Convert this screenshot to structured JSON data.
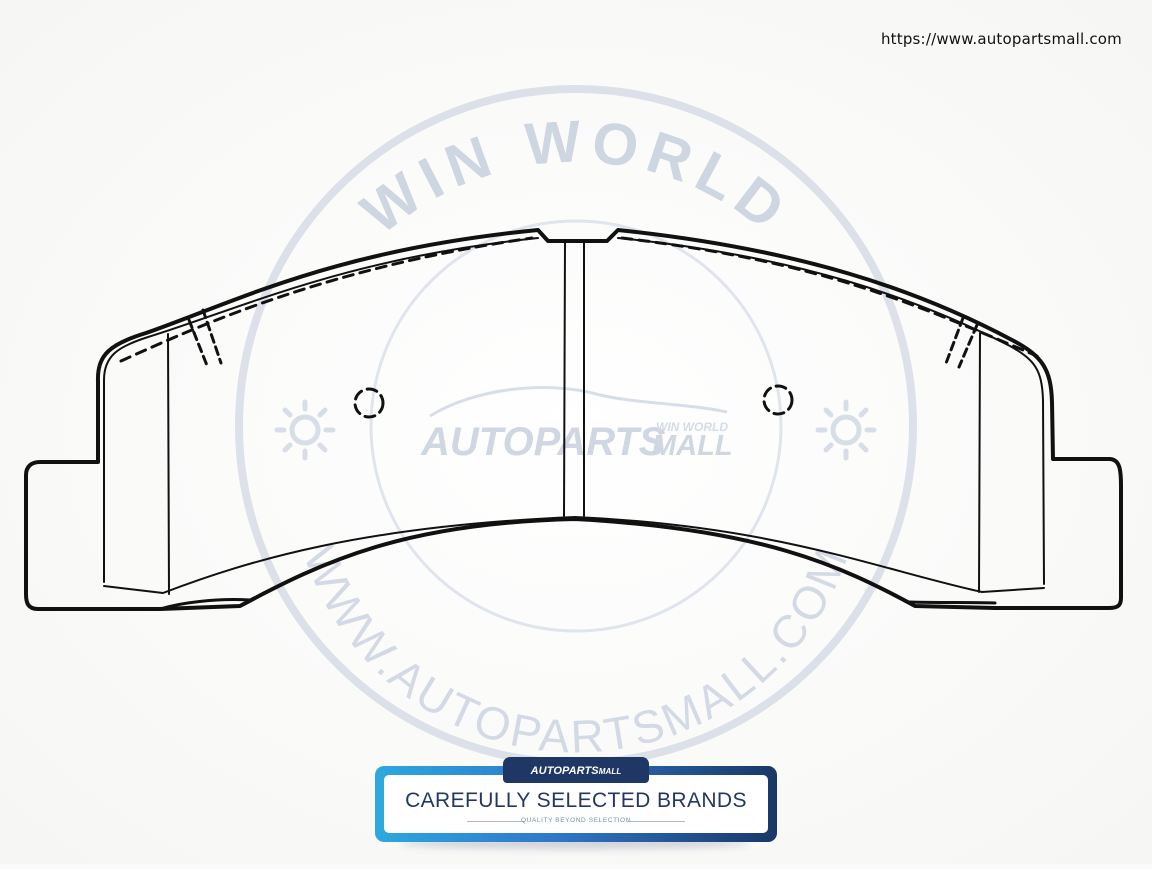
{
  "site_url": "https://www.autopartsmall.com",
  "watermark": {
    "top_arc_text": "WIN WORLD",
    "bottom_arc_text": "WWW.AUTOPARTSMALL.COM",
    "center_logo_main": "AUTOPARTS",
    "center_logo_mall": "MALL",
    "center_logo_small": "WIN WORLD",
    "color": "#c9d2df"
  },
  "banner": {
    "tab_logo_main": "AUTOPARTS",
    "tab_logo_small": "MALL",
    "title": "CAREFULLY SELECTED BRANDS",
    "subtitle": "QUALITY BEYOND SELECTION"
  },
  "colors": {
    "outline": "#111111",
    "banner_dark": "#1f3765",
    "banner_light": "#2ea8df",
    "title": "#223766"
  }
}
